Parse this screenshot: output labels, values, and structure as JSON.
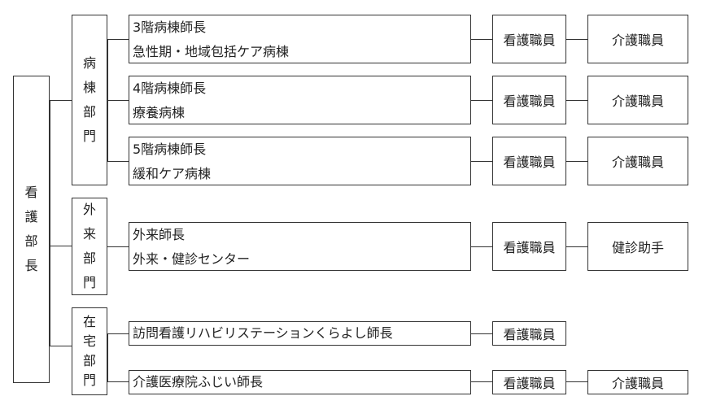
{
  "chief": {
    "label": [
      "看",
      "護",
      "部",
      "長"
    ]
  },
  "departments": [
    {
      "id": "ward",
      "label": [
        "病",
        "棟",
        "部",
        "門"
      ]
    },
    {
      "id": "outpatient",
      "label": [
        "外",
        "来",
        "部",
        "門"
      ]
    },
    {
      "id": "home",
      "label": [
        "在",
        "宅",
        "部",
        "門"
      ]
    }
  ],
  "units": [
    {
      "title": "3階病棟師長",
      "subtitle": "急性期・地域包括ケア病棟",
      "staff1": "看護職員",
      "staff2": "介護職員"
    },
    {
      "title": "4階病棟師長",
      "subtitle": "療養病棟",
      "staff1": "看護職員",
      "staff2": "介護職員"
    },
    {
      "title": "5階病棟師長",
      "subtitle": "緩和ケア病棟",
      "staff1": "看護職員",
      "staff2": "介護職員"
    },
    {
      "title": "外来師長",
      "subtitle": "外来・健診センター",
      "staff1": "看護職員",
      "staff2": "健診助手"
    },
    {
      "title": "訪問看護リハビリステーションくらよし師長",
      "staff1": "看護職員"
    },
    {
      "title": "介護医療院ふじい師長",
      "staff1": "看護職員",
      "staff2": "介護職員"
    }
  ]
}
